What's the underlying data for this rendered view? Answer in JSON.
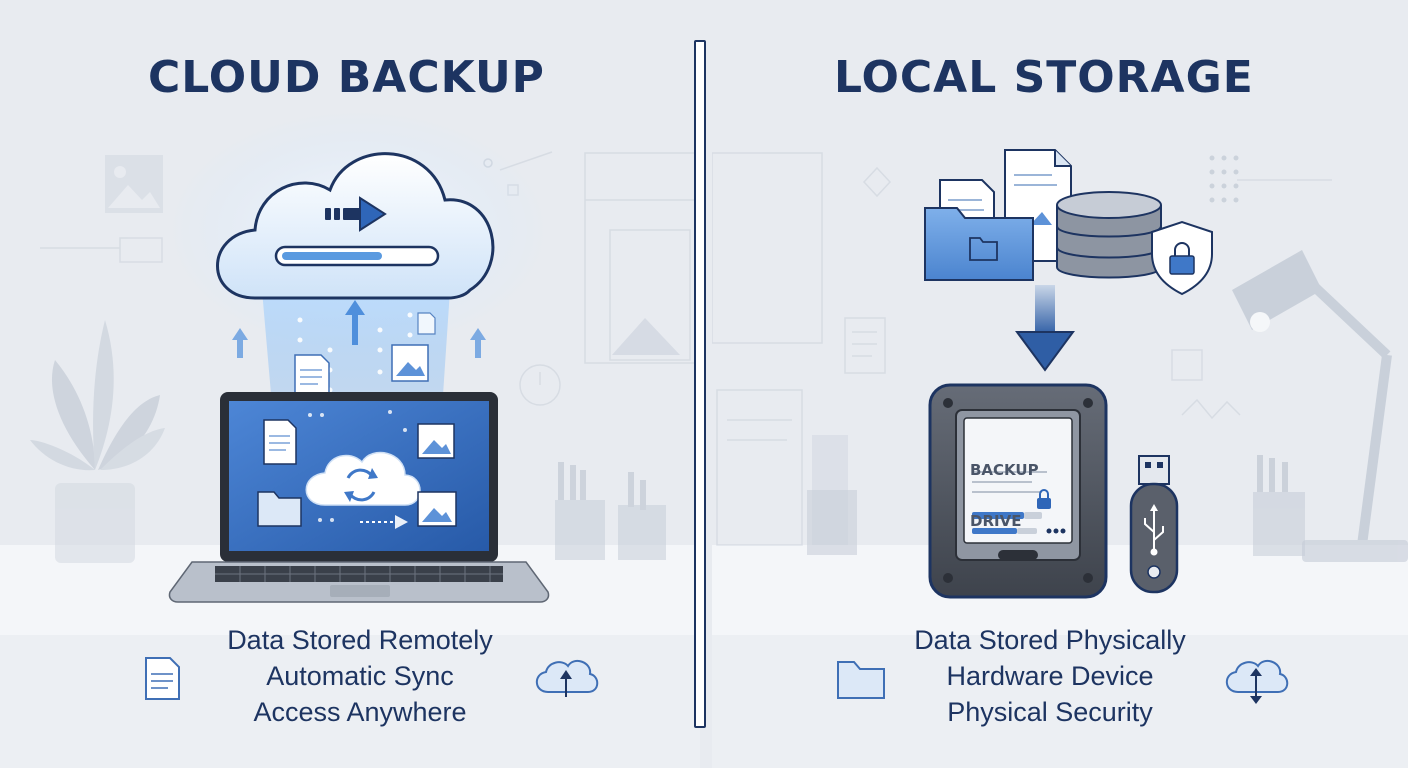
{
  "cloud": {
    "title": "CLOUD BACKUP",
    "features": [
      "Data Stored Remotely",
      "Automatic Sync",
      "Access Anywhere"
    ]
  },
  "local": {
    "title": "LOCAL STORAGE",
    "drive_label_line1": "BACKUP",
    "drive_label_line2": "DRIVE",
    "features": [
      "Data Stored Physically",
      "Hardware Device",
      "Physical Security"
    ]
  },
  "colors": {
    "title": "#1d3461",
    "accent_blue": "#3f78c8",
    "background": "#e8ebf0",
    "drive_body": "#4a505a"
  }
}
